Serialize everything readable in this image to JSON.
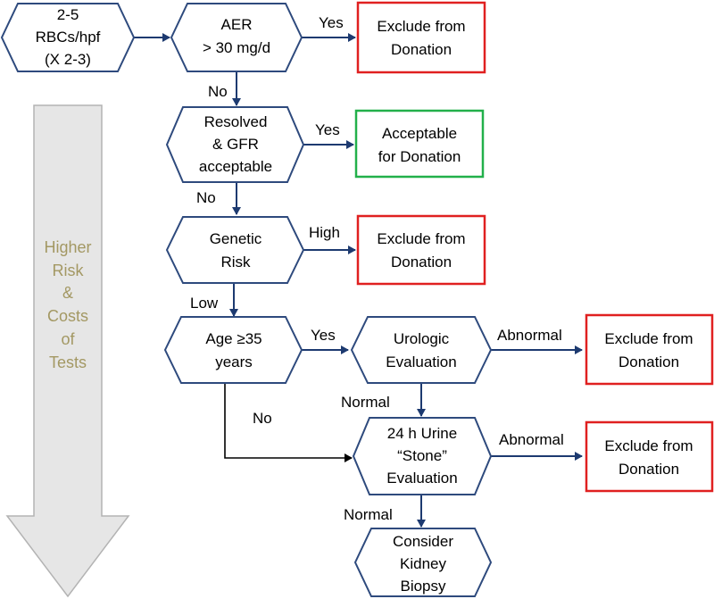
{
  "side_label": [
    "Higher",
    "Risk",
    "&",
    "Costs",
    "of",
    "Tests"
  ],
  "nodes": {
    "rbc": [
      "2-5",
      "RBCs/hpf",
      "(X 2-3)"
    ],
    "aer": [
      "AER",
      "> 30 mg/d"
    ],
    "exclude1": [
      "Exclude from",
      "Donation"
    ],
    "resolved": [
      "Resolved",
      "& GFR",
      "acceptable"
    ],
    "acceptable": [
      "Acceptable",
      "for Donation"
    ],
    "genetic": [
      "Genetic",
      "Risk"
    ],
    "exclude2": [
      "Exclude from",
      "Donation"
    ],
    "age": [
      "Age ≥35",
      "years"
    ],
    "urologic": [
      "Urologic",
      "Evaluation"
    ],
    "exclude3": [
      "Exclude from",
      "Donation"
    ],
    "urine": [
      "24 h Urine",
      "“Stone”",
      "Evaluation"
    ],
    "exclude4": [
      "Exclude from",
      "Donation"
    ],
    "biopsy": [
      "Consider",
      "Kidney",
      "Biopsy"
    ]
  },
  "edges": {
    "aer_yes": "Yes",
    "aer_no": "No",
    "resolved_yes": "Yes",
    "resolved_no": "No",
    "genetic_high": "High",
    "genetic_low": "Low",
    "age_yes": "Yes",
    "age_no": "No",
    "urologic_abnormal": "Abnormal",
    "urologic_normal": "Normal",
    "urine_abnormal": "Abnormal",
    "urine_normal": "Normal"
  },
  "colors": {
    "hex_border": "#2e4a7d",
    "exclude_border": "#e02020",
    "accept_border": "#22b04a",
    "side_text": "#a39863"
  }
}
